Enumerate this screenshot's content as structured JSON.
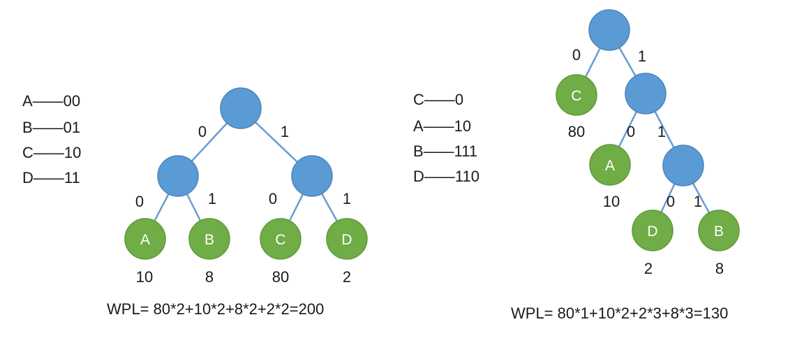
{
  "colors": {
    "internal_node": "#5B9BD5",
    "internal_stroke": "#4A83BA",
    "leaf_node": "#70AD47",
    "leaf_stroke": "#5E9A38",
    "edge": "#6A9BD1",
    "text": "#1a1a1a",
    "leaf_text": "#ffffff"
  },
  "left": {
    "codes": [
      "A——00",
      "B——01",
      "C——10",
      "D——11"
    ],
    "edge_labels": {
      "root_left": "0",
      "root_right": "1",
      "l_left": "0",
      "l_right": "1",
      "r_left": "0",
      "r_right": "1"
    },
    "leaves": [
      {
        "label": "A",
        "weight": "10"
      },
      {
        "label": "B",
        "weight": "8"
      },
      {
        "label": "C",
        "weight": "80"
      },
      {
        "label": "D",
        "weight": "2"
      }
    ],
    "wpl": "WPL= 80*2+10*2+8*2+2*2=200"
  },
  "right": {
    "codes": [
      "C——0",
      "A——10",
      "B——111",
      "D——110"
    ],
    "edge_labels": {
      "root_left": "0",
      "root_right": "1",
      "n1_left": "0",
      "n1_right": "1",
      "n2_left": "0",
      "n2_right": "1"
    },
    "leaves": [
      {
        "label": "C",
        "weight": "80"
      },
      {
        "label": "A",
        "weight": "10"
      },
      {
        "label": "D",
        "weight": "2"
      },
      {
        "label": "B",
        "weight": "8"
      }
    ],
    "wpl": "WPL= 80*1+10*2+2*3+8*3=130"
  }
}
